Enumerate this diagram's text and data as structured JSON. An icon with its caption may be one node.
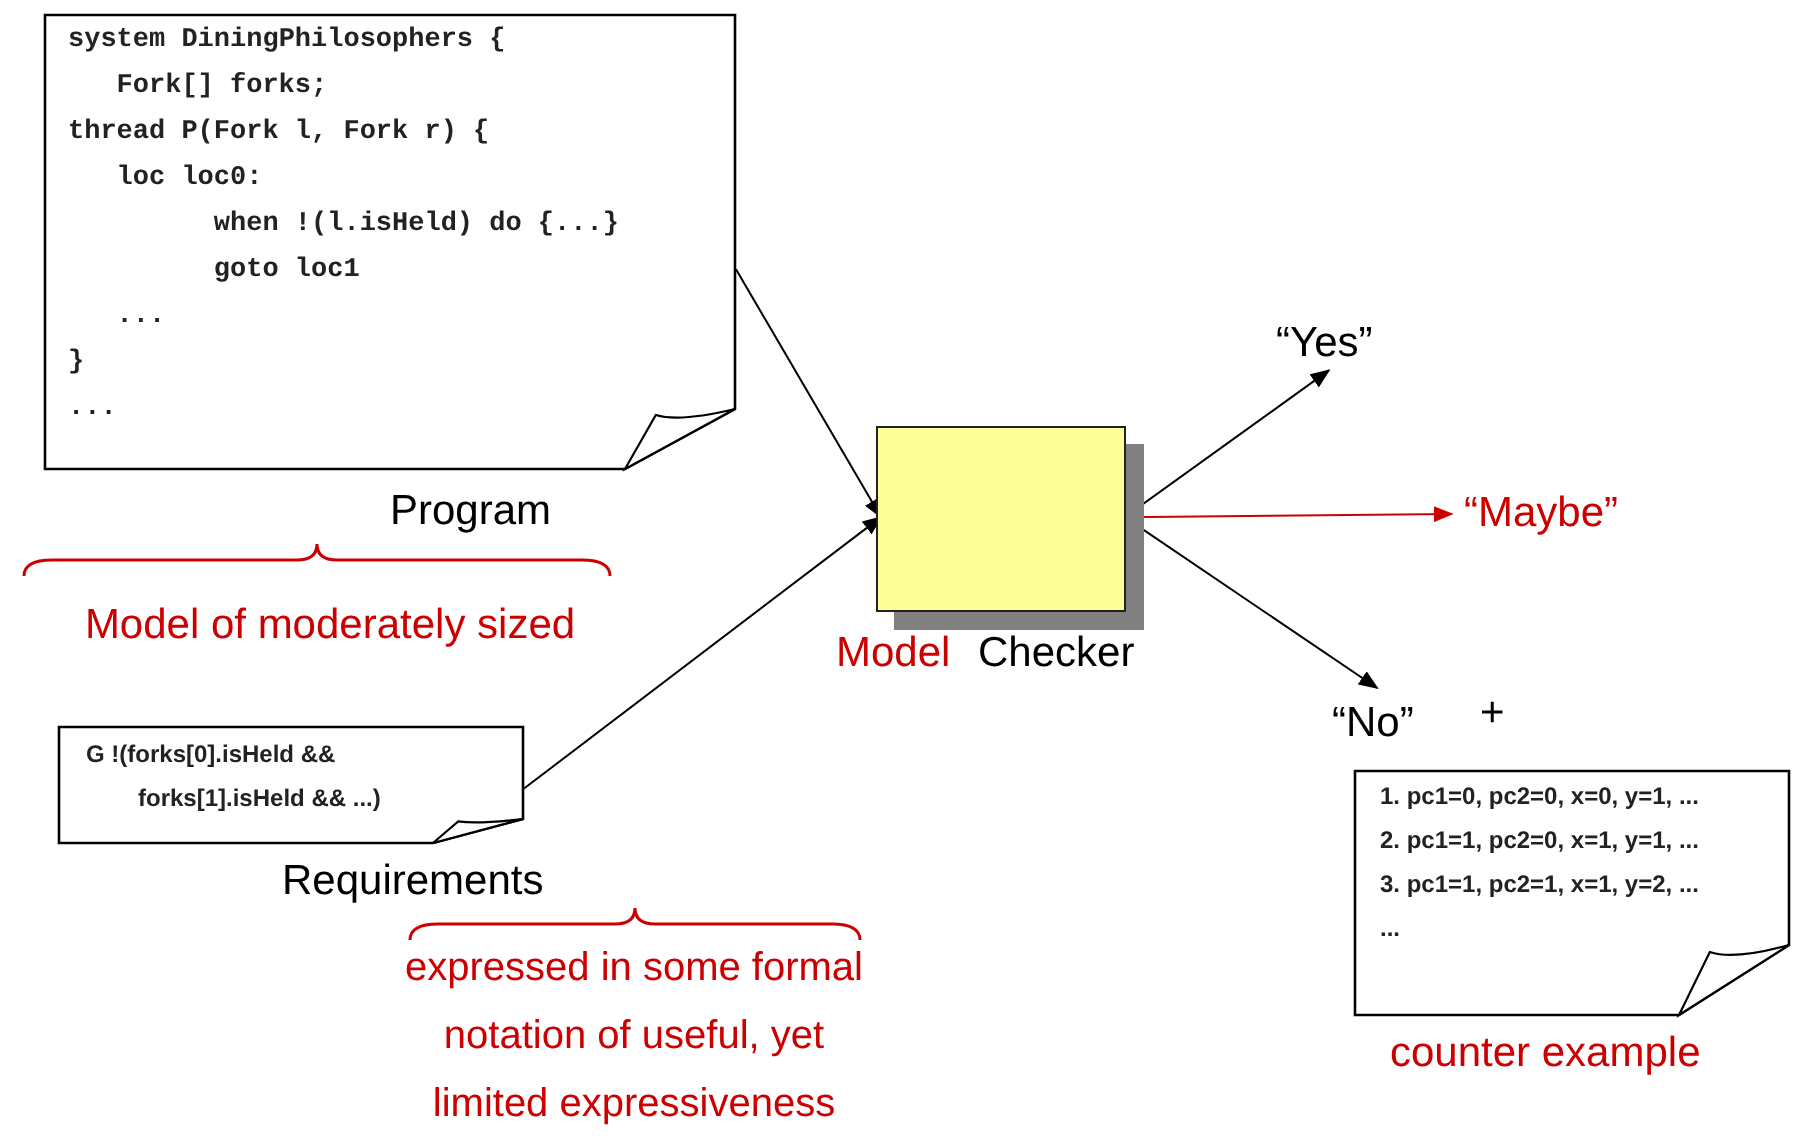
{
  "diagram": {
    "nodes": [
      {
        "text": [
          "system DiningPhilosophers {",
          "Fork[] forks;",
          "thread P(Fork l, Fork r) {",
          "loc loc0:",
          "when !(l.isHeld) do {...}",
          "goto loc1",
          "...",
          "}",
          "..."
        ],
        "beside": [
          "Program"
        ]
      },
      {
        "text": [
          "G !(forks[0].isHeld &&",
          "forks[1].isHeld && ...)"
        ],
        "beside": [
          "Requirements"
        ]
      },
      {
        "text": [],
        "shape": "box",
        "beside": [
          "Model",
          "Checker"
        ]
      },
      {
        "text": [
          "“Yes”"
        ]
      },
      {
        "text": [
          "“Maybe”"
        ]
      },
      {
        "text": [
          "“No”"
        ]
      },
      {
        "text": [
          "1. pc1=0, pc2=0, x=0, y=1, ...",
          "2. pc1=1, pc2=0, x=1, y=1, ...",
          "3. pc1=1, pc2=1, x=1, y=2, ...",
          "..."
        ],
        "beside": [
          "counter example"
        ]
      }
    ],
    "edges": [
      {
        "from": 0,
        "to": 2,
        "arrow": "to"
      },
      {
        "from": 1,
        "to": 2,
        "arrow": "to"
      },
      {
        "from": 2,
        "to": 3,
        "arrow": "to"
      },
      {
        "from": 2,
        "to": 4,
        "arrow": "to",
        "color": "#cc0000"
      },
      {
        "from": 2,
        "to": 5,
        "arrow": "to"
      }
    ],
    "labels": [
      "Model of moderately sized",
      "expressed in some formal notation of useful, yet limited expressiveness",
      "+"
    ]
  }
}
